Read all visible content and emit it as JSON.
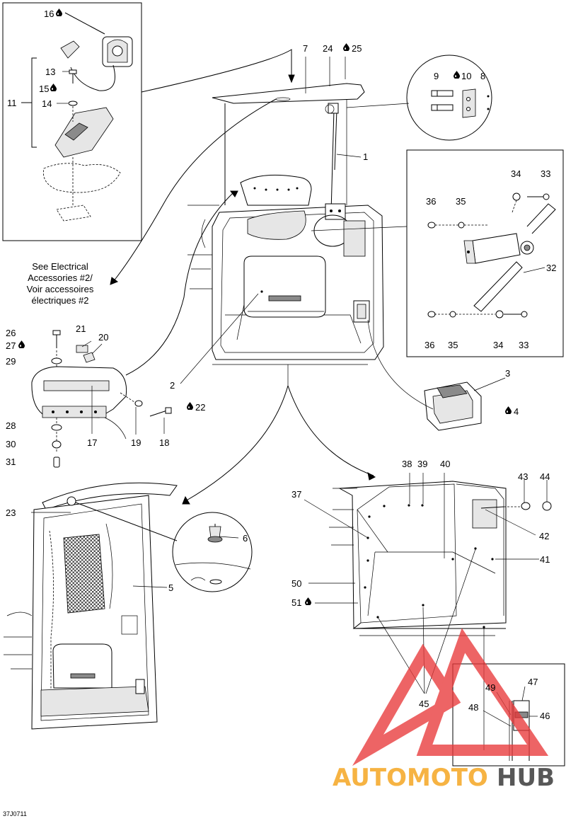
{
  "diagram": {
    "code": "37J0711",
    "note_lines": [
      "See Electrical",
      "Accessories #2/",
      "Voir accessoires",
      "électriques #2"
    ],
    "callouts": {
      "c1": "1",
      "c2": "2",
      "c3": "3",
      "c4": "4",
      "c5": "5",
      "c6": "6",
      "c7": "7",
      "c8": "8",
      "c9": "9",
      "c10": "10",
      "c11": "11",
      "c13": "13",
      "c14": "14",
      "c15": "15",
      "c16": "16",
      "c17": "17",
      "c18": "18",
      "c19": "19",
      "c20": "20",
      "c21": "21",
      "c22": "22",
      "c23": "23",
      "c24": "24",
      "c25": "25",
      "c26": "26",
      "c27": "27",
      "c28": "28",
      "c29": "29",
      "c30": "30",
      "c31": "31",
      "c32": "32",
      "c33a": "33",
      "c33b": "33",
      "c34a": "34",
      "c34b": "34",
      "c35a": "35",
      "c35b": "35",
      "c36a": "36",
      "c36b": "36",
      "c37": "37",
      "c38": "38",
      "c39": "39",
      "c40": "40",
      "c41": "41",
      "c42": "42",
      "c43": "43",
      "c44": "44",
      "c45": "45",
      "c46": "46",
      "c47": "47",
      "c48": "48",
      "c49": "49",
      "c50": "50",
      "c51": "51"
    },
    "icons": {
      "fluid": "drop-icon"
    }
  },
  "watermark": {
    "part1": "AUTOMOTO",
    "part2": "HUB",
    "colors": {
      "brand": "#f5a623",
      "dark": "#3a3a3a",
      "logo": "#e8393a"
    }
  }
}
